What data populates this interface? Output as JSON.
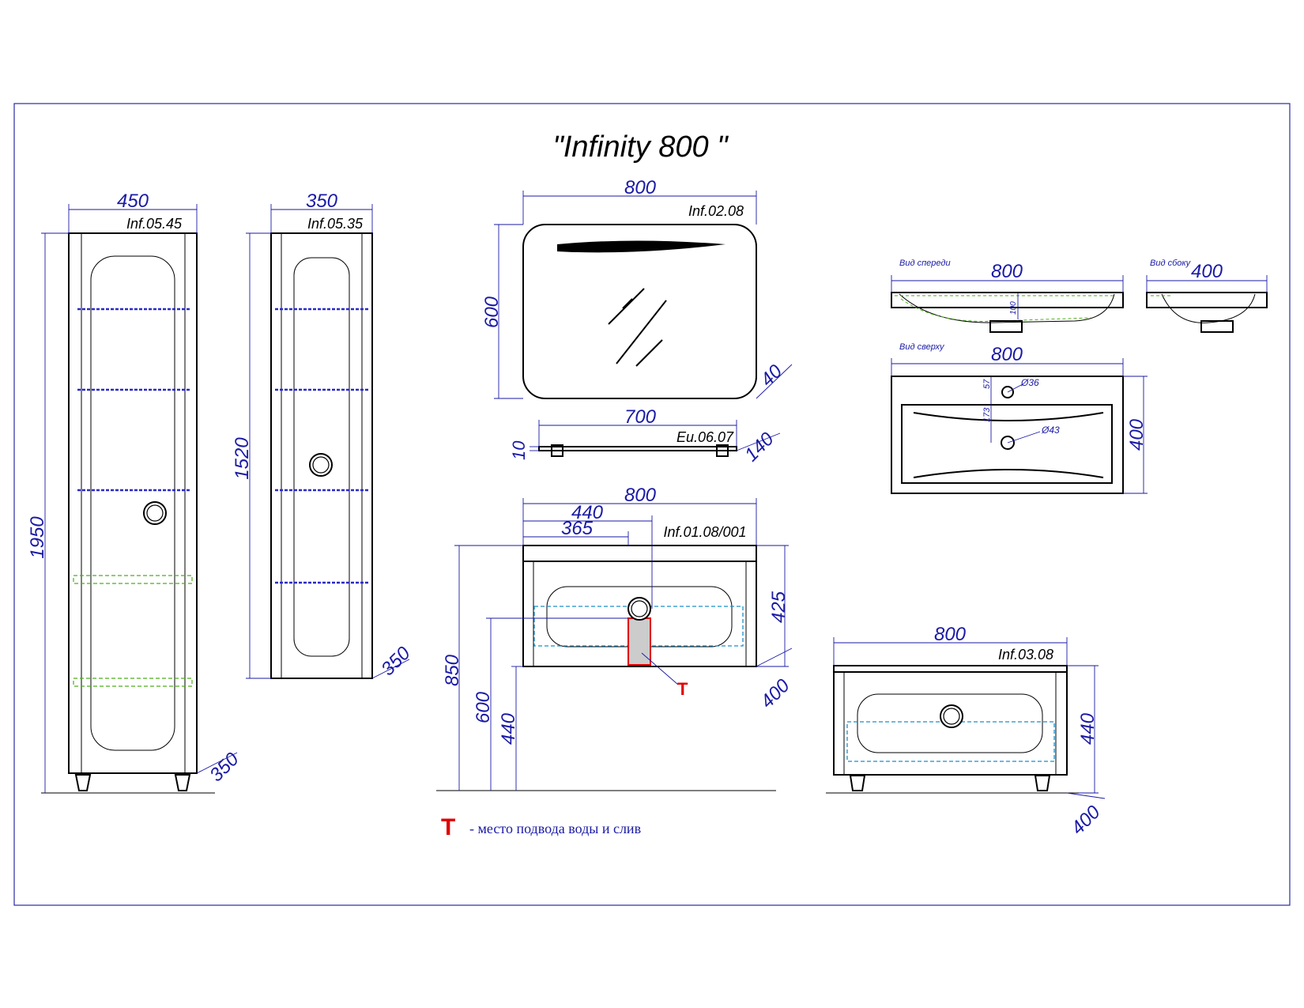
{
  "title": "\"Infinity 800 \"",
  "tall_cabinet": {
    "code": "Inf.05.45",
    "width": "450",
    "height": "1950",
    "depth": "350"
  },
  "narrow_cabinet": {
    "code": "Inf.05.35",
    "width": "350",
    "height": "1520",
    "depth": "350"
  },
  "mirror": {
    "code": "Inf.02.08",
    "width": "800",
    "height": "600",
    "depth": "40"
  },
  "shelf": {
    "code": "Eu.06.07",
    "width": "700",
    "thickness": "10",
    "depth": "140"
  },
  "vanity_hanging": {
    "code": "Inf.01.08/001",
    "width": "800",
    "drain_offset": "440",
    "inlet_offset": "365",
    "height": "425",
    "depth": "400",
    "mount_height": "850",
    "inlet_height": "600",
    "drain_height": "440",
    "marker": "T"
  },
  "vanity_floor": {
    "code": "Inf.03.08",
    "width": "800",
    "height": "440",
    "depth": "400"
  },
  "sink_front": {
    "label": "Вид спереди",
    "width": "800",
    "depth_label": "100"
  },
  "sink_side": {
    "label": "Вид сбоку",
    "width": "400"
  },
  "sink_top": {
    "label": "Вид сверху",
    "width": "800",
    "depth": "400",
    "tap_hole": "Ø36",
    "drain_hole": "Ø43",
    "tap_offset": "57",
    "drain_offset": "173"
  },
  "legend": {
    "marker": "T",
    "text": "- место подвода воды и слив"
  },
  "colors": {
    "dimension": "#1a1aa6",
    "marker": "#e00000",
    "shelf_blue": "#2a2ac8",
    "shelf_green": "#4caf1a",
    "cyan": "#1b8fc8"
  }
}
